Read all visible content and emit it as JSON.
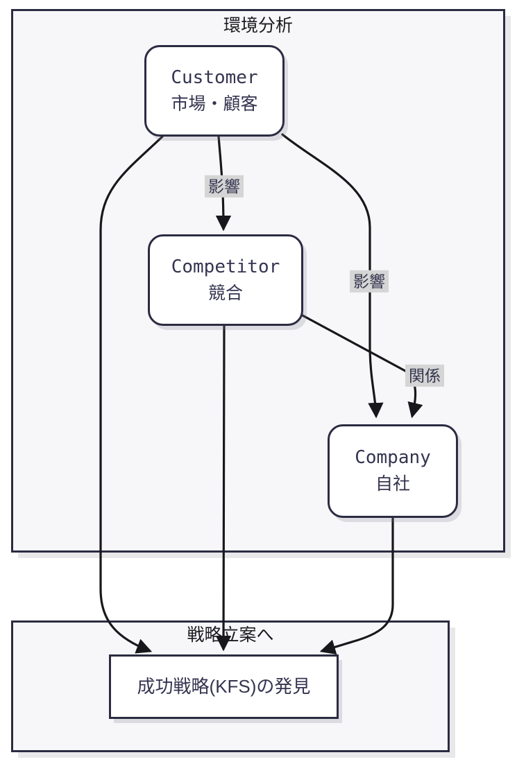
{
  "diagram": {
    "clusters": {
      "environment": {
        "title": "環境分析"
      },
      "strategy": {
        "title": "戦略立案へ"
      }
    },
    "nodes": {
      "customer": {
        "name": "Customer",
        "subtitle": "市場・顧客"
      },
      "competitor": {
        "name": "Competitor",
        "subtitle": "競合"
      },
      "company": {
        "name": "Company",
        "subtitle": "自社"
      },
      "kfs": {
        "label": "成功戦略(KFS)の発見"
      }
    },
    "edge_labels": {
      "influence_customer_competitor": "影響",
      "influence_customer_company": "影響",
      "relation_competitor_company": "関係"
    }
  },
  "colors": {
    "node_border": "#2b2b42",
    "node_fill": "#ffffff",
    "node_text": "#343450",
    "edge_stroke": "#18181c",
    "edge_label_bg": "#d5d5d5",
    "edge_label_text": "#34344e",
    "cluster_fill": "#f7f7f9",
    "cluster_border": "#2b2b42",
    "cluster_title": "#1b1b1f",
    "canvas_bg": "#ffffff"
  }
}
